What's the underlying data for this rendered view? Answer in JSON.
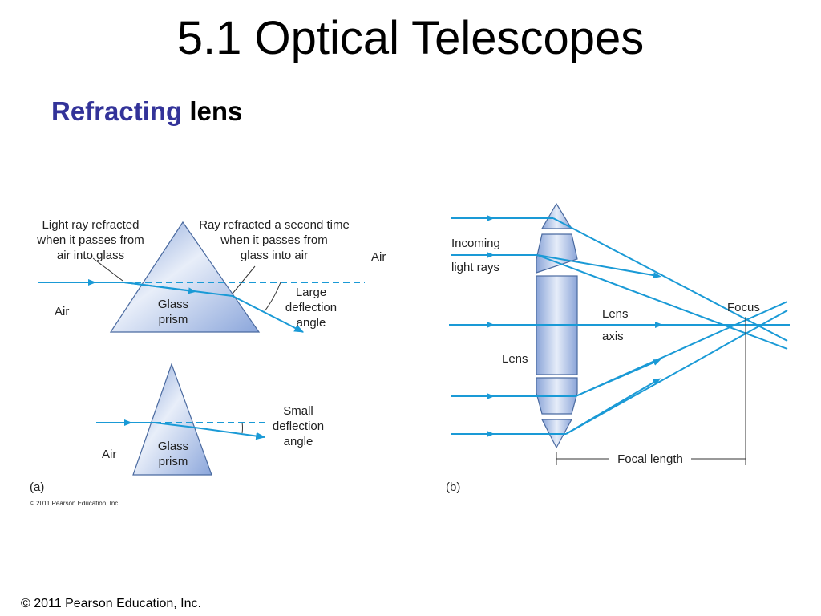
{
  "title": "5.1 Optical Telescopes",
  "subtitle": {
    "accent": "Refracting",
    "rest": " lens"
  },
  "panel_a": {
    "label_first_refraction": [
      "Light ray refracted",
      "when it passes from",
      "air into glass"
    ],
    "label_second_refraction": [
      "Ray refracted a second time",
      "when it passes from",
      "glass into air"
    ],
    "air_left": "Air",
    "air_right": "Air",
    "prism_large": [
      "Glass",
      "prism"
    ],
    "large_deflection": [
      "Large",
      "deflection",
      "angle"
    ],
    "air_small": "Air",
    "prism_small": [
      "Glass",
      "prism"
    ],
    "small_deflection": [
      "Small",
      "deflection",
      "angle"
    ],
    "panel_label": "(a)",
    "copyright": "© 2011 Pearson Education, Inc."
  },
  "panel_b": {
    "incoming": [
      "Incoming",
      "light rays"
    ],
    "lens_axis": [
      "Lens",
      "axis"
    ],
    "lens": "Lens",
    "focus": "Focus",
    "focal_length": "Focal length",
    "panel_label": "(b)"
  },
  "footer": "© 2011 Pearson Education, Inc.",
  "colors": {
    "ray": "#1a9ad6",
    "glass": "#a9bfe6",
    "accent": "#333399"
  }
}
